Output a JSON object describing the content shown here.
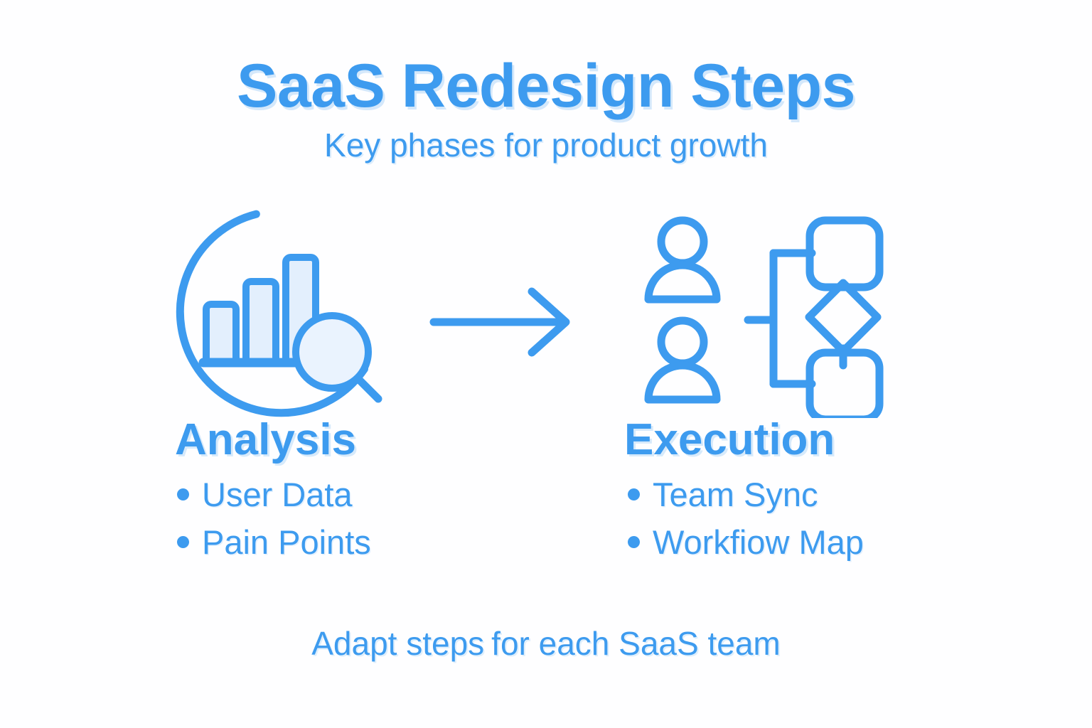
{
  "theme": {
    "background": "#fefeff",
    "brand_blue": "#3d9bef",
    "shadow_blue": "#b6d9f8",
    "icon_fill_light": "#e3effd"
  },
  "header": {
    "title": "SaaS Redesign Steps",
    "subtitle": "Key phases for product growth"
  },
  "steps": [
    {
      "heading": "Analysis",
      "icon": "analysis-magnifier-bar-chart-icon",
      "bullets": [
        {
          "label": "User Data"
        },
        {
          "label": "Pain Points"
        }
      ]
    },
    {
      "heading": "Execution",
      "icon": "team-workflow-diagram-icon",
      "bullets": [
        {
          "label": "Team Sync"
        },
        {
          "label": "Workfiow Map"
        }
      ]
    }
  ],
  "connector": {
    "icon": "right-arrow-icon"
  },
  "footer": {
    "text_before": "Adapt steps",
    "text_after": "for each SaaS team",
    "full_text": "Adapt steps for each SaaS team"
  }
}
